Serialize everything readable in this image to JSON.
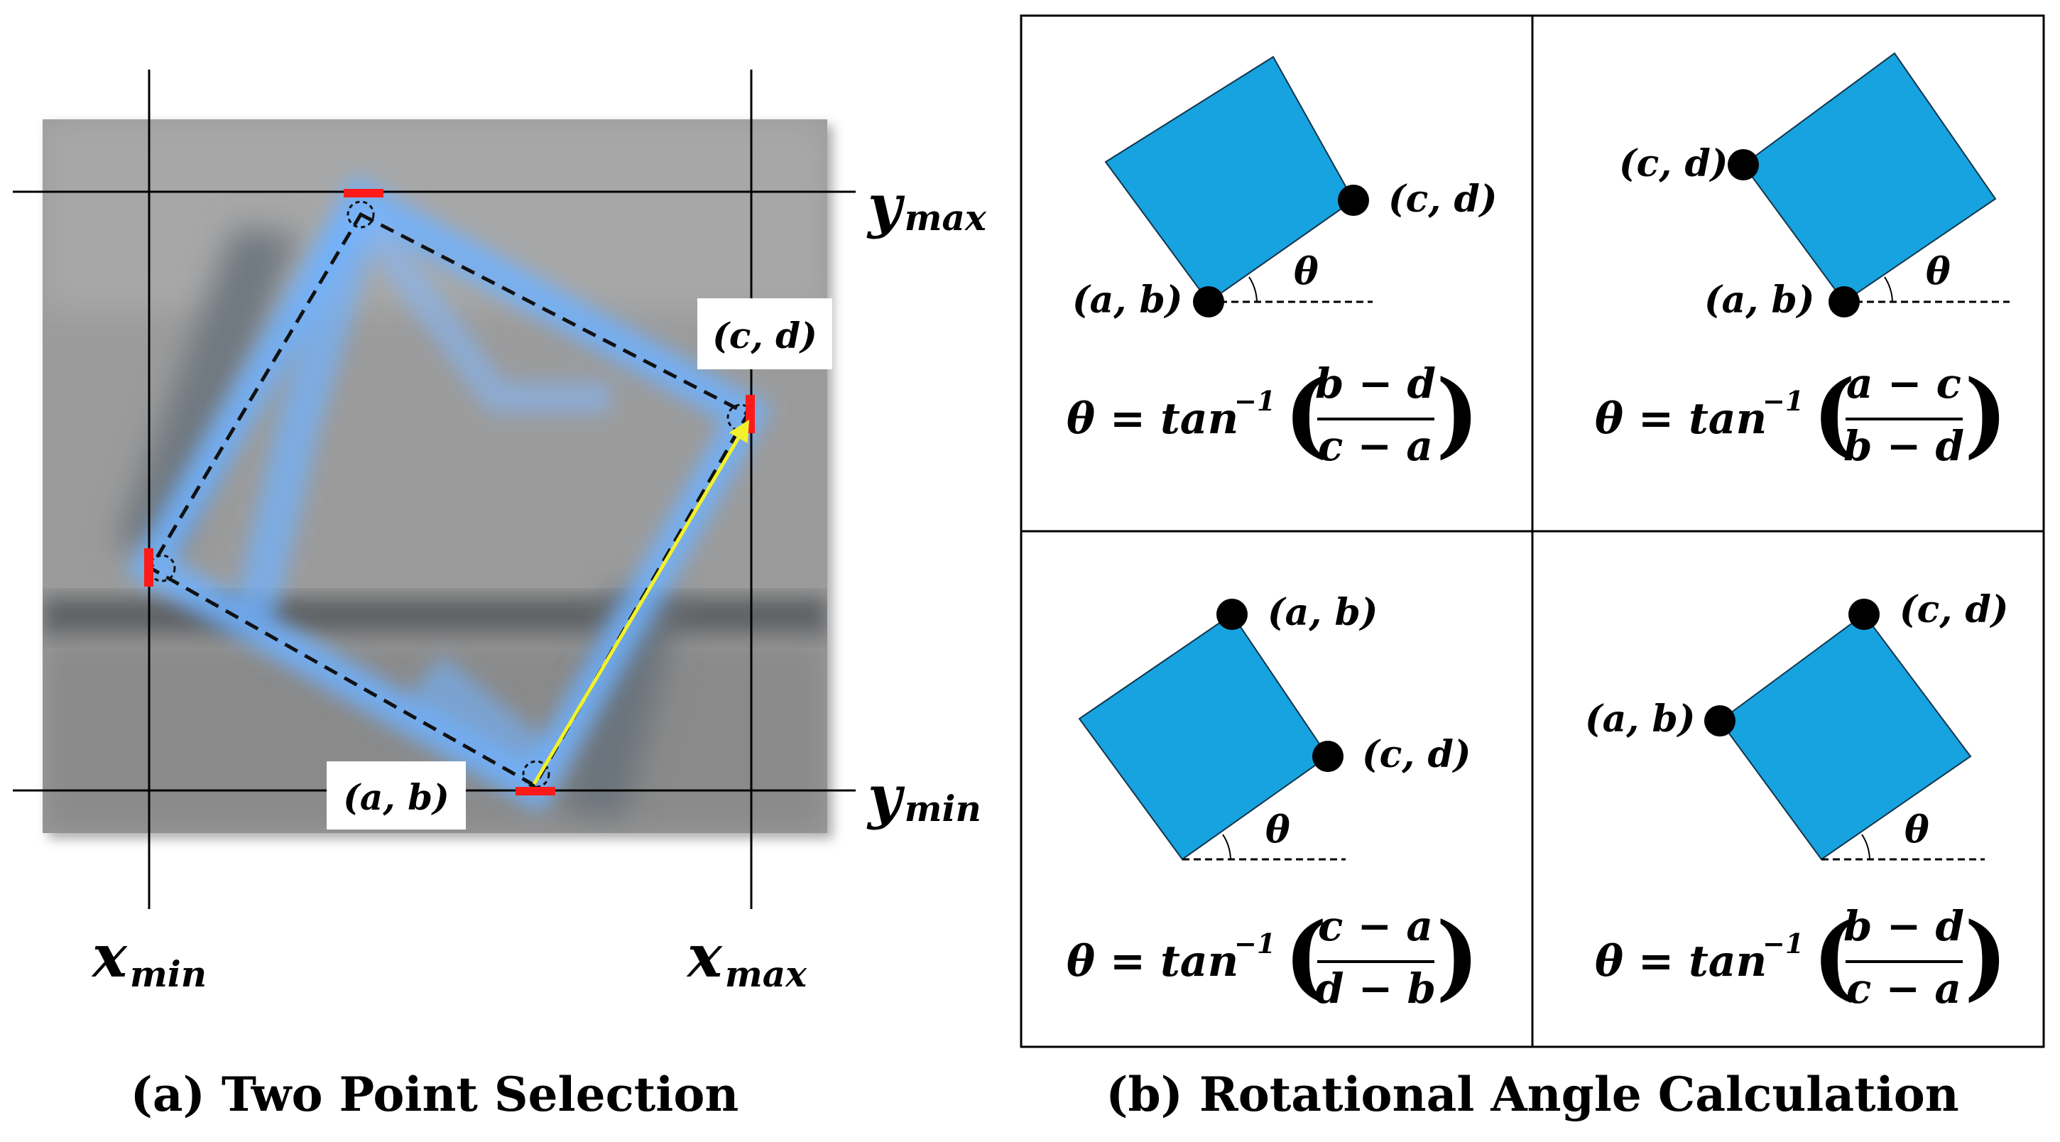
{
  "panel_a": {
    "caption": "(a) Two Point Selection",
    "axis_labels": {
      "y_max": "y",
      "y_max_sub": "max",
      "y_min": "y",
      "y_min_sub": "min",
      "x_min": "x",
      "x_min_sub": "min",
      "x_max": "x",
      "x_max_sub": "max"
    },
    "point_labels": {
      "cd": "(c, d)",
      "ab": "(a, b)"
    },
    "colors": {
      "photo_gray": "#9a9a9a",
      "object_glow": "#6fb2ff",
      "corner_marker": "#ff1a1a",
      "vector_arrow": "#f2f22a"
    }
  },
  "panel_b": {
    "caption": "(b) Rotational Angle Calculation",
    "square_color": "#16a3e0",
    "theta": "θ",
    "cells": [
      {
        "labels": {
          "p1": "(a, b)",
          "p2": "(c, d)"
        },
        "eq_lhs": "θ = tan",
        "eq_sup": "−1",
        "eq_num": "b − d",
        "eq_den": "c − a"
      },
      {
        "labels": {
          "p1": "(c, d)",
          "p2": "(a, b)"
        },
        "eq_lhs": "θ = tan",
        "eq_sup": "−1",
        "eq_num": "a − c",
        "eq_den": "b − d"
      },
      {
        "labels": {
          "p1": "(a, b)",
          "p2": "(c, d)"
        },
        "eq_lhs": "θ = tan",
        "eq_sup": "−1",
        "eq_num": "c − a",
        "eq_den": "d − b"
      },
      {
        "labels": {
          "p1": "(c, d)",
          "p2": "(a, b)"
        },
        "eq_lhs": "θ = tan",
        "eq_sup": "−1",
        "eq_num": "b − d",
        "eq_den": "c − a"
      }
    ]
  }
}
